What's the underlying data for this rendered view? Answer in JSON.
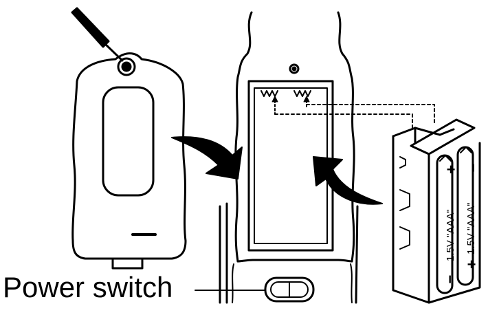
{
  "diagram": {
    "callout_label": "Power switch",
    "battery_label_1": "1.5V \"AAA\"",
    "battery_label_2": "1.5V \"AAA\"",
    "polarity_plus": "+",
    "polarity_minus": "−",
    "line_color": "#000000",
    "background": "#ffffff"
  }
}
